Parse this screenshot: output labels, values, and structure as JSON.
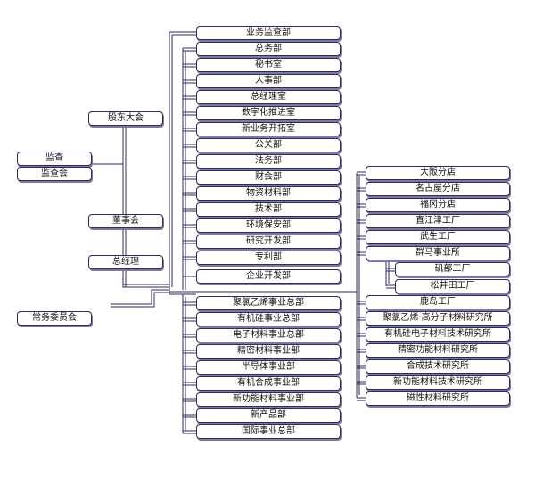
{
  "left": {
    "supervisor": "监查",
    "audit_board": "监查会",
    "shareholders_meeting": "股东大会",
    "board": "董事会",
    "president": "总经理",
    "executive_committee": "常务委员会"
  },
  "middle": {
    "top": "业务监查部",
    "staff": [
      "总务部",
      "秘书室",
      "人事部",
      "总经理室",
      "数字化推进室",
      "新业务开拓室",
      "公关部",
      "法务部",
      "财会部",
      "物资材料部",
      "技术部",
      "环境保安部",
      "研究开发部",
      "专利部",
      "企业开发部"
    ],
    "business": [
      "聚氯乙烯事业总部",
      "有机硅事业总部",
      "电子材料事业总部",
      "精密材料事业部",
      "半导体事业部",
      "有机合成事业部",
      "新功能材料事业部",
      "新产品部",
      "国际事业总部"
    ]
  },
  "right": {
    "branches": [
      "大阪分店",
      "名古屋分店",
      "福冈分店"
    ],
    "plants": [
      "直江津工厂",
      "武生工厂"
    ],
    "gunma": "群马事业所",
    "gunma_sub": [
      "矶部工厂",
      "松井田工厂"
    ],
    "kashima": "鹿岛工厂",
    "labs": [
      "聚氯乙烯·高分子材料研究所",
      "有机硅电子材料技术研究所",
      "精密功能材料研究所",
      "合成技术研究所",
      "新功能材料技术研究所",
      "磁性材料研究所"
    ]
  }
}
